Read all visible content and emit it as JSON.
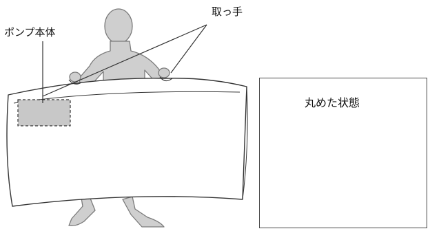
{
  "labels": {
    "pump_body": "ポンプ本体",
    "handle": "取っ手",
    "rolled_state": "丸めた状態"
  },
  "colors": {
    "line": "#333333",
    "figure_fill": "#cfcfcf",
    "figure_stroke": "#7a7a7a",
    "pump_fill": "#c8c8c8",
    "mat_fill": "#ffffff"
  }
}
